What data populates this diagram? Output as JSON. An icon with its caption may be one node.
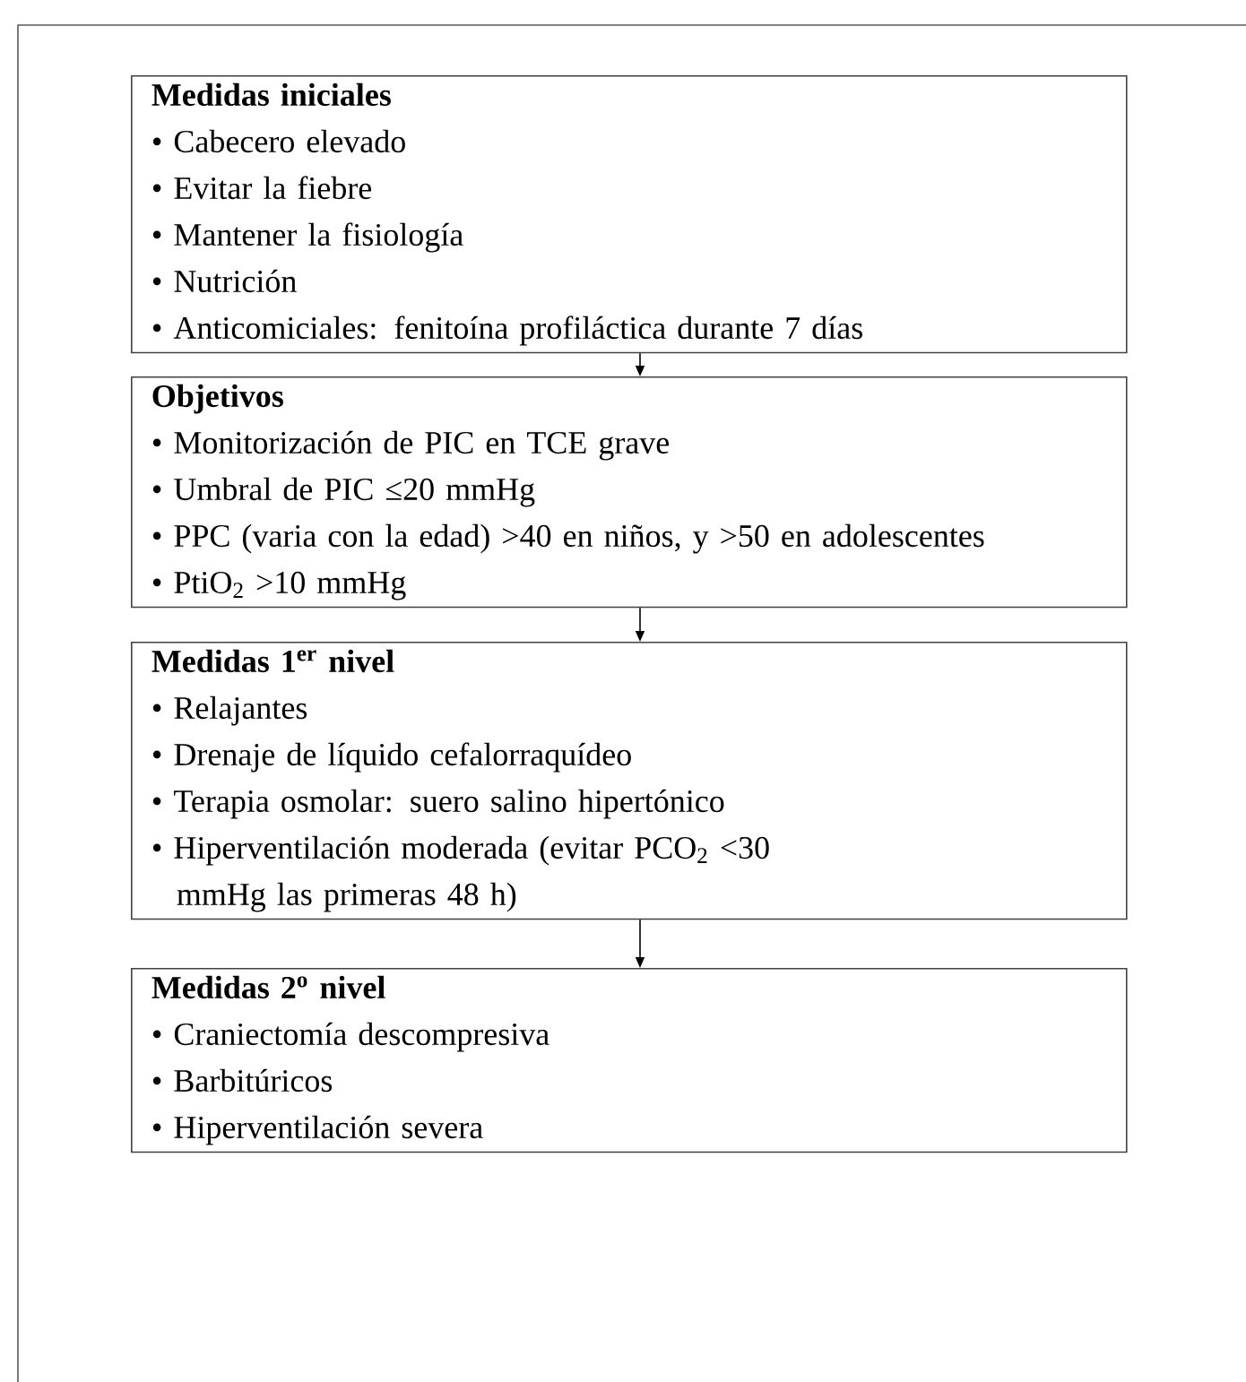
{
  "diagram": {
    "nodes": [
      {
        "text": [
          "Medidas iniciales",
          "• Cabecero elevado",
          "• Evitar la fiebre",
          "• Mantener la fisiología",
          "• Nutrición",
          "• Anticomiciales: fenitoína profiláctica durante 7 días"
        ]
      },
      {
        "text": [
          "Objetivos",
          "• Monitorización de PIC en TCE grave",
          "• Umbral de PIC ≤20 mmHg",
          "• PPC (varia con la edad) >40 en niños, y >50 en adolescentes",
          "• PtiO$_{2}$ >10 mmHg"
        ]
      },
      {
        "text": [
          "Medidas 1$^{er}$ nivel",
          "• Relajantes",
          "• Drenaje de líquido cefalorraquídeo",
          "• Terapia osmolar: suero salino hipertónico",
          "• Hiperventilación moderada (evitar PCO$_{2}$ <30 mmHg las primeras 48 h)"
        ]
      },
      {
        "text": [
          "Medidas 2$^{o}$ nivel",
          "• Craniectomía descompresiva",
          "• Barbitúricos",
          "• Hiperventilación severa"
        ]
      }
    ],
    "edges": [
      {
        "from": 0,
        "to": 1,
        "arrow": "to"
      },
      {
        "from": 1,
        "to": 2,
        "arrow": "to"
      },
      {
        "from": 2,
        "to": 3,
        "arrow": "to"
      }
    ]
  }
}
